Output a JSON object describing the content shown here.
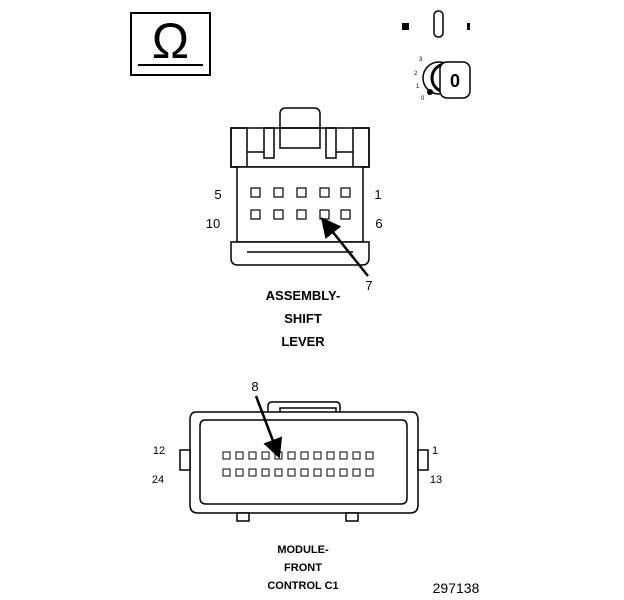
{
  "ohmmeter_icon": {
    "symbol": "Ω",
    "icon": "ohm-symbol-icon"
  },
  "ignition_icon": {
    "icon": "ignition-key-switch-icon",
    "switch_label": "0",
    "position_labels": [
      "3",
      "2",
      "1",
      "0"
    ]
  },
  "shift_lever_connector": {
    "pin_labels": {
      "top_left": "5",
      "top_right": "1",
      "bottom_left": "10",
      "bottom_right": "6"
    },
    "callout": "7",
    "title_lines": [
      "ASSEMBLY-",
      "SHIFT",
      "LEVER"
    ]
  },
  "module_connector": {
    "pin_labels": {
      "top_left": "12",
      "top_right": "1",
      "bottom_left": "24",
      "bottom_right": "13"
    },
    "callout": "8",
    "title_lines": [
      "MODULE-",
      "FRONT",
      "CONTROL C1"
    ]
  },
  "figure_number": "297138"
}
